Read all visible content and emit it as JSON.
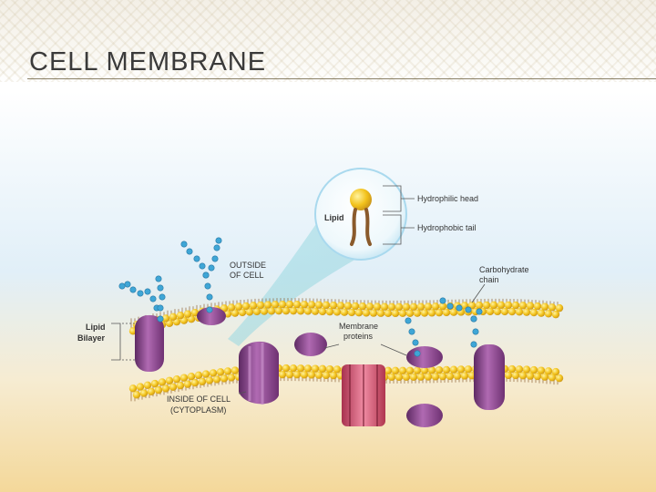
{
  "slide": {
    "title": "CELL MEMBRANE"
  },
  "diagram": {
    "labels": {
      "lipid": "Lipid",
      "hydrophilic_head": "Hydrophilic head",
      "hydrophobic_tail": "Hydrophobic tail",
      "outside_line1": "OUTSIDE",
      "outside_line2": "OF CELL",
      "carbohydrate_line1": "Carbohydrate",
      "carbohydrate_line2": "chain",
      "lipid_bilayer_line1": "Lipid",
      "lipid_bilayer_line2": "Bilayer",
      "membrane_proteins_line1": "Membrane",
      "membrane_proteins_line2": "proteins",
      "inside_line1": "INSIDE OF CELL",
      "inside_line2": "(CYTOPLASM)"
    },
    "colors": {
      "head": "#f2c21b",
      "tail": "#8a5a2b",
      "protein_purple": "#8b4a8c",
      "protein_pink": "#d9506e",
      "carbohydrate": "#3fa6d6"
    }
  }
}
